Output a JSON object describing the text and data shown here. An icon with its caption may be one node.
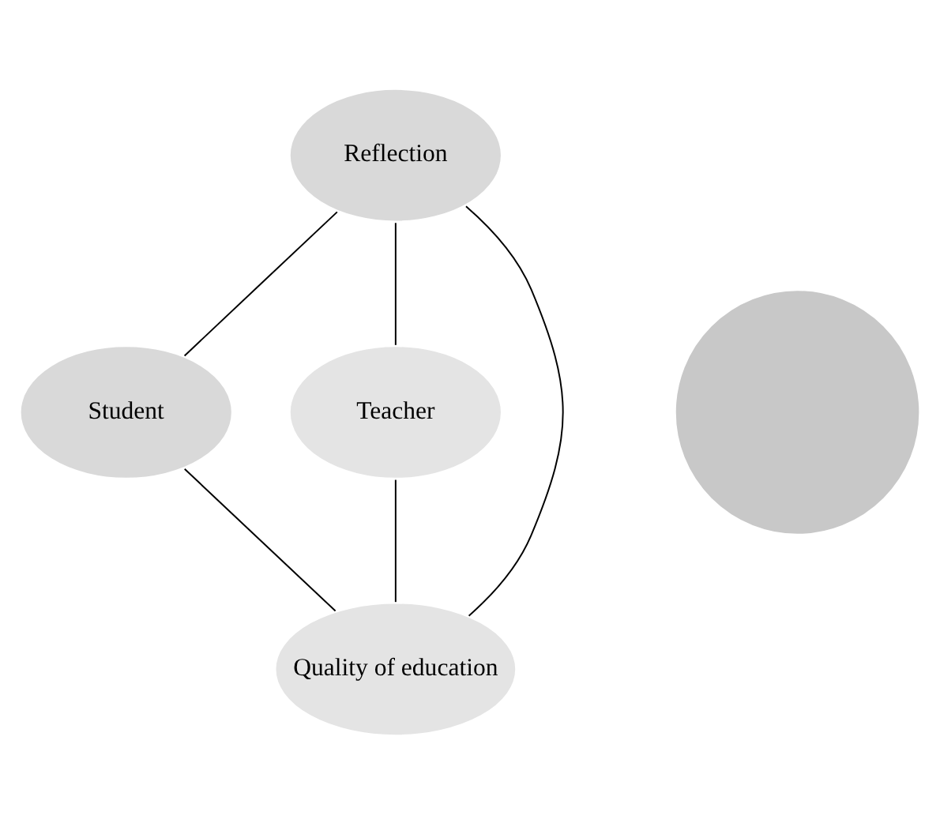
{
  "diagram": {
    "nodes": [
      {
        "text": [
          "Reflection"
        ]
      },
      {
        "text": [
          "Student"
        ]
      },
      {
        "text": [],
        "shape": "circle"
      },
      {
        "text": [
          "Teacher"
        ]
      },
      {
        "text": [
          "Quality of education"
        ]
      }
    ],
    "edges": [
      {
        "from": 0,
        "to": 1,
        "arrow": "none"
      },
      {
        "from": 0,
        "to": 3,
        "arrow": "none"
      },
      {
        "from": 1,
        "to": 4,
        "arrow": "none"
      },
      {
        "from": 3,
        "to": 4,
        "arrow": "none"
      },
      {
        "from": 0,
        "to": 4,
        "arrow": "none"
      }
    ]
  }
}
